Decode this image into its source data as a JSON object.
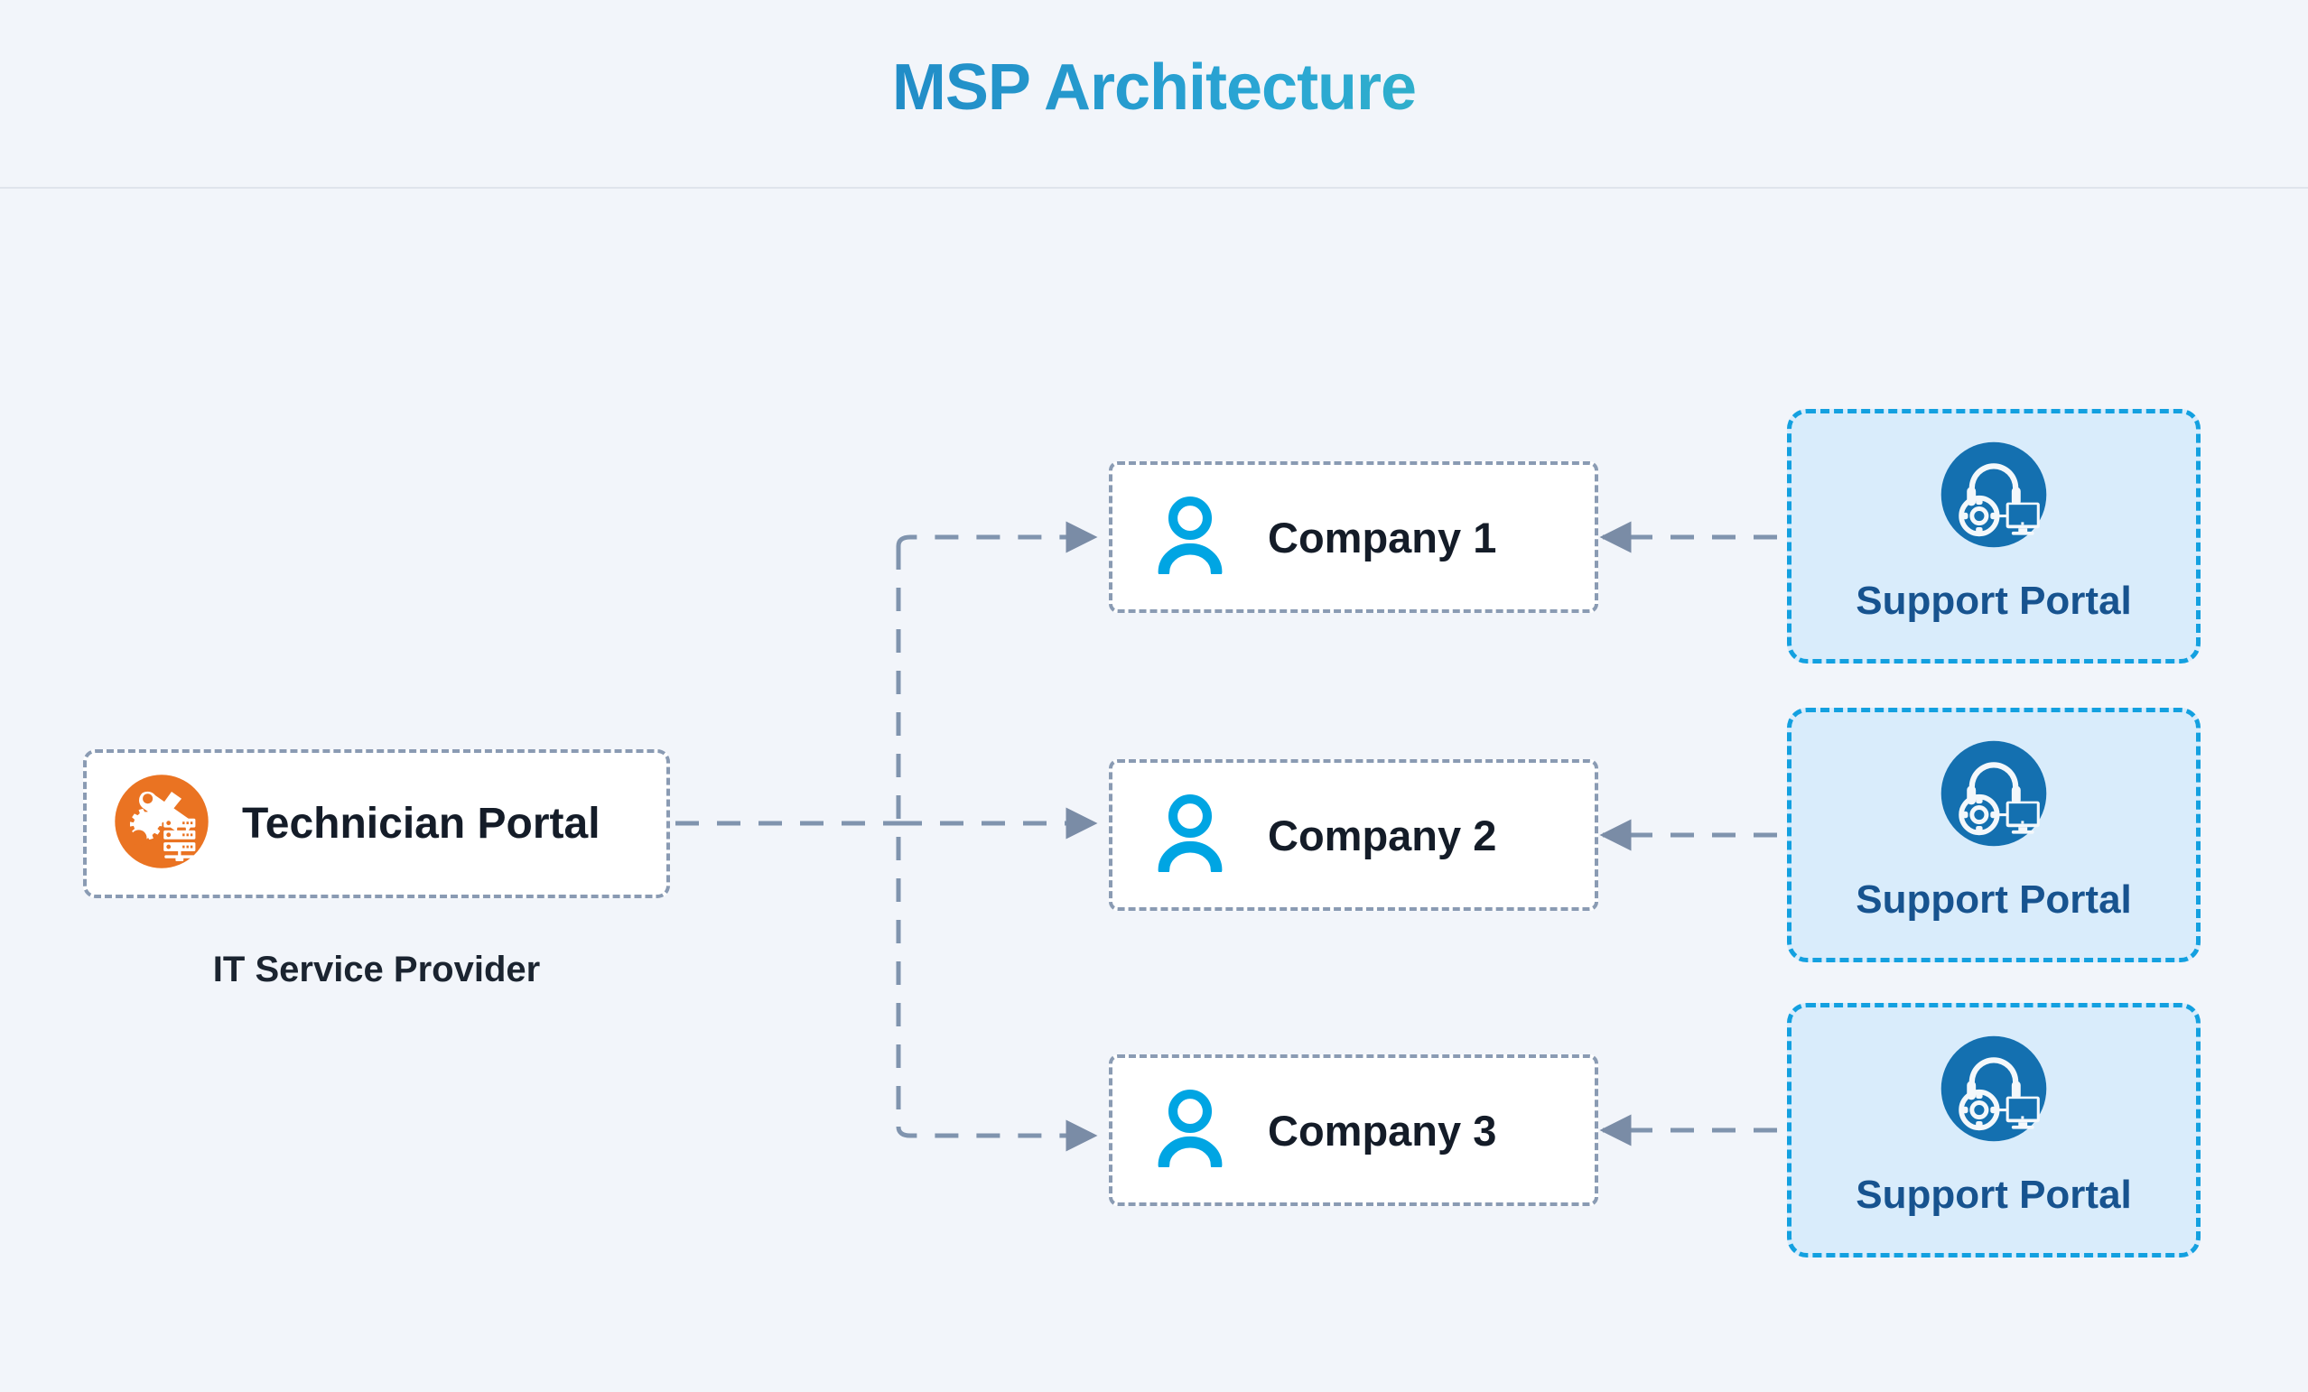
{
  "header": {
    "title": "MSP Architecture",
    "title_gradient_from": "#115c96",
    "title_gradient_to": "#4cc97e",
    "divider_color": "#dfe4ec"
  },
  "canvas": {
    "background": "#f2f5fa",
    "connector_color": "#8094ae"
  },
  "provider": {
    "node_label": "Technician Portal",
    "caption": "IT Service Provider",
    "icon": "technician-tools-server-icon",
    "icon_background": "#ea7322",
    "box_background": "#ffffff",
    "box_border_color": "#8a9bb3"
  },
  "companies": [
    {
      "label": "Company 1",
      "icon": "user-icon",
      "icon_color": "#00a5e3"
    },
    {
      "label": "Company 2",
      "icon": "user-icon",
      "icon_color": "#00a5e3"
    },
    {
      "label": "Company 3",
      "icon": "user-icon",
      "icon_color": "#00a5e3"
    }
  ],
  "portals": [
    {
      "label": "Support Portal",
      "icon": "headset-lifering-monitor-icon",
      "icon_background": "#1470b0"
    },
    {
      "label": "Support Portal",
      "icon": "headset-lifering-monitor-icon",
      "icon_background": "#1470b0"
    },
    {
      "label": "Support Portal",
      "icon": "headset-lifering-monitor-icon",
      "icon_background": "#1470b0"
    }
  ],
  "portal_style": {
    "fill": "#d9ecfb",
    "border_color": "#13a0e0",
    "label_color": "#17538f"
  },
  "connections": [
    {
      "from": "Technician Portal",
      "to": "Company 1",
      "direction": "right"
    },
    {
      "from": "Technician Portal",
      "to": "Company 2",
      "direction": "right"
    },
    {
      "from": "Technician Portal",
      "to": "Company 3",
      "direction": "right"
    },
    {
      "from": "Support Portal 1",
      "to": "Company 1",
      "direction": "left"
    },
    {
      "from": "Support Portal 2",
      "to": "Company 2",
      "direction": "left"
    },
    {
      "from": "Support Portal 3",
      "to": "Company 3",
      "direction": "left"
    }
  ]
}
